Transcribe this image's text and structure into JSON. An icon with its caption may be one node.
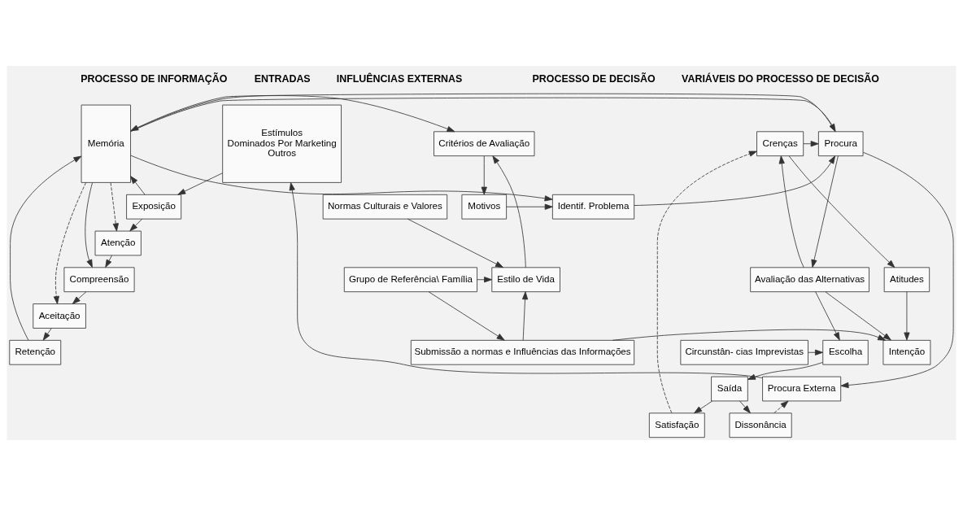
{
  "diagram": {
    "nodes": [
      {
        "text": [
          "Estímulos",
          "Dominados Por Marketing",
          "Outros"
        ]
      },
      {
        "text": [
          "Exposição"
        ]
      },
      {
        "text": [
          "Atenção"
        ]
      },
      {
        "text": [
          "Compreensão"
        ]
      },
      {
        "text": [
          "Aceitação"
        ]
      },
      {
        "text": [
          "Retenção"
        ]
      },
      {
        "text": [
          "Procura Externa"
        ]
      },
      {
        "text": [
          "Memória"
        ]
      },
      {
        "text": [
          "Identif. Problema"
        ]
      },
      {
        "text": [
          "Procura"
        ]
      },
      {
        "text": [
          "Avaliação das Alternativas"
        ]
      },
      {
        "text": [
          "Escolha"
        ]
      },
      {
        "text": [
          "Saída"
        ]
      },
      {
        "text": [
          "Dissonância"
        ]
      },
      {
        "text": [
          "Satisfação"
        ]
      },
      {
        "text": [
          "Crenças"
        ]
      },
      {
        "text": [
          "Atitudes"
        ]
      },
      {
        "text": [
          "Intenção"
        ]
      },
      {
        "text": [
          "Motivos"
        ]
      },
      {
        "text": [
          "Critérios de Avaliação"
        ]
      },
      {
        "text": [
          "Estilo de Vida"
        ]
      },
      {
        "text": [
          "Submissão a normas e Influências das Informações"
        ]
      },
      {
        "text": [
          "Normas Culturais e Valores"
        ]
      },
      {
        "text": [
          "Grupo de Referência\\ Família"
        ]
      },
      {
        "text": [
          "Circunstân- cias Imprevistas"
        ]
      }
    ],
    "edges": [
      {
        "from": 0,
        "to": 1,
        "arrow": "to"
      },
      {
        "from": 1,
        "to": 7,
        "arrow": "to"
      },
      {
        "from": 1,
        "to": 2,
        "arrow": "to"
      },
      {
        "from": 2,
        "to": 3,
        "arrow": "to"
      },
      {
        "from": 3,
        "to": 4,
        "arrow": "to"
      },
      {
        "from": 4,
        "to": 5,
        "arrow": "to"
      },
      {
        "from": 7,
        "to": 2,
        "arrow": "to",
        "style": "dashed"
      },
      {
        "from": 7,
        "to": 3,
        "arrow": "to"
      },
      {
        "from": 7,
        "to": 4,
        "arrow": "to",
        "style": "dashed"
      },
      {
        "from": 5,
        "to": 7,
        "arrow": "to"
      },
      {
        "from": 6,
        "to": 0,
        "arrow": "to"
      },
      {
        "from": 7,
        "to": 8,
        "arrow": "to"
      },
      {
        "from": 7,
        "to": 9,
        "arrow": "to"
      },
      {
        "from": 9,
        "to": 7,
        "arrow": "to"
      },
      {
        "from": 8,
        "to": 9,
        "arrow": "to"
      },
      {
        "from": 9,
        "to": 10,
        "arrow": "to"
      },
      {
        "from": 9,
        "to": 6,
        "arrow": "to"
      },
      {
        "from": 7,
        "to": 19,
        "arrow": "to"
      },
      {
        "from": 15,
        "to": 9,
        "arrow": "to"
      },
      {
        "from": 10,
        "to": 15,
        "arrow": "to"
      },
      {
        "from": 10,
        "to": 17,
        "arrow": "to"
      },
      {
        "from": 15,
        "to": 16,
        "arrow": "to"
      },
      {
        "from": 16,
        "to": 17,
        "arrow": "to"
      },
      {
        "from": 10,
        "to": 11,
        "arrow": "to"
      },
      {
        "from": 11,
        "to": 12,
        "arrow": "to"
      },
      {
        "from": 12,
        "to": 13,
        "arrow": "to"
      },
      {
        "from": 12,
        "to": 14,
        "arrow": "to"
      },
      {
        "from": 13,
        "to": 6,
        "arrow": "to",
        "style": "dashed"
      },
      {
        "from": 14,
        "to": 15,
        "arrow": "to",
        "style": "dashed"
      },
      {
        "from": 18,
        "to": 8,
        "arrow": "to"
      },
      {
        "from": 19,
        "to": 18,
        "arrow": "to"
      },
      {
        "from": 20,
        "to": 19,
        "arrow": "to"
      },
      {
        "from": 21,
        "to": 20,
        "arrow": "to"
      },
      {
        "from": 21,
        "to": 17,
        "arrow": "to"
      },
      {
        "from": 22,
        "to": 20,
        "arrow": "to"
      },
      {
        "from": 23,
        "to": 20,
        "arrow": "to"
      },
      {
        "from": 23,
        "to": 21,
        "arrow": "to"
      },
      {
        "from": 24,
        "to": 11,
        "arrow": "to"
      }
    ],
    "labels": [
      "ENTRADAS",
      "PROCESSO DE INFORMAÇÃO",
      "PROCESSO DE DECISÃO",
      "VARIÁVEIS DO PROCESSO DE DECISÃO",
      "INFLUÊNCIAS EXTERNAS"
    ]
  }
}
